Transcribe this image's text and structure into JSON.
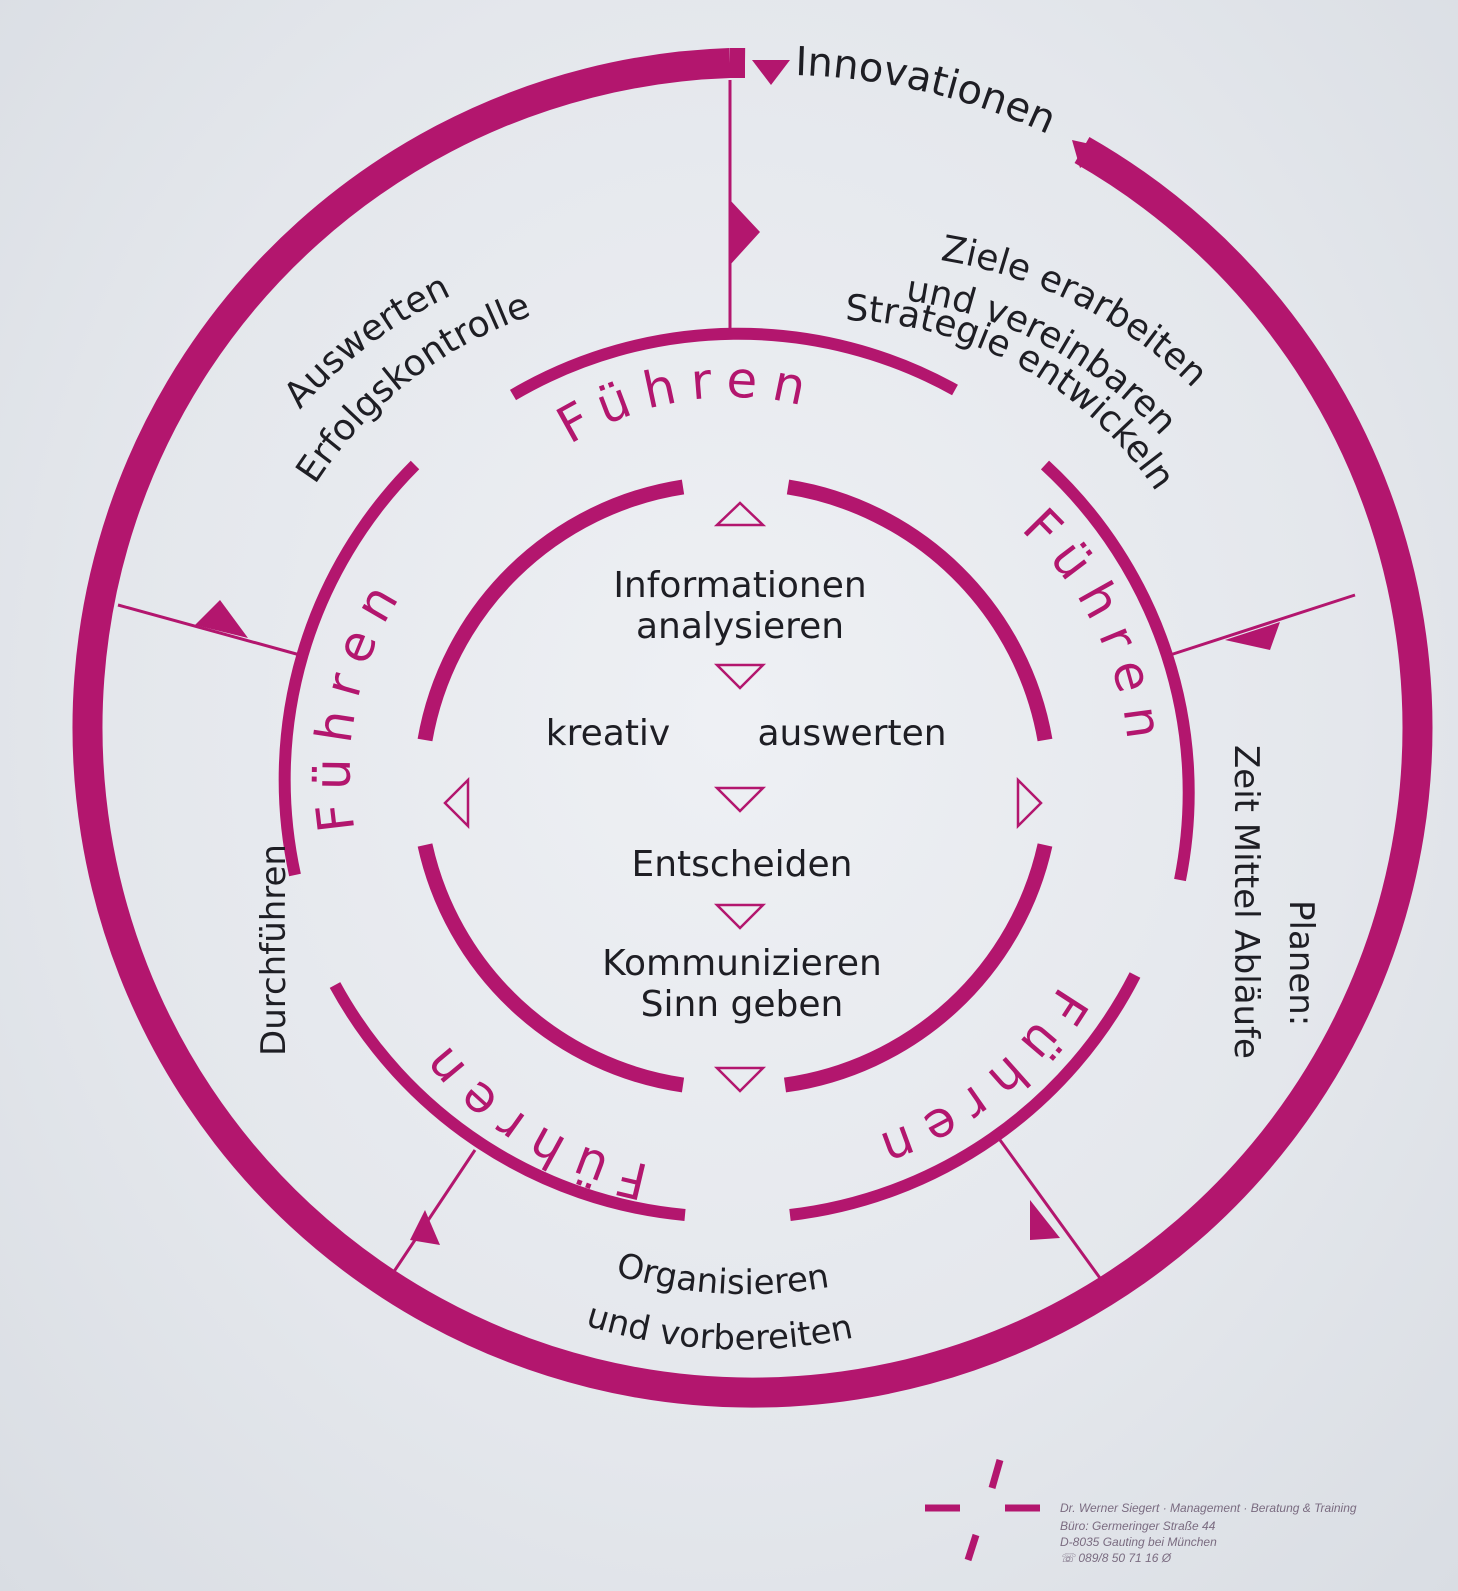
{
  "top_label": "Innovationen",
  "outer_segments": {
    "goals": [
      "Ziele erarbeiten",
      "und vereinbaren",
      "Strategie entwickeln"
    ],
    "planning": [
      "Planen:",
      "Zeit Mittel Abläufe"
    ],
    "organize": [
      "Organisieren",
      "und vorbereiten"
    ],
    "execute": "Durchführen",
    "evaluate": [
      "Auswerten",
      "Erfolgskontrolle"
    ]
  },
  "middle_ring_word": "Führen",
  "inner_steps": {
    "step1": [
      "Informationen",
      "analysieren"
    ],
    "step2_left": "kreativ",
    "step2_right": "auswerten",
    "step3": "Entscheiden",
    "step4": [
      "Kommunizieren",
      "Sinn geben"
    ]
  },
  "footer": {
    "lines": [
      "Dr. Werner Siegert · Management · Beratung & Training",
      "Büro: Germeringer Straße 44",
      "D-8035 Gauting bei München",
      "☏ 089/8 50 71 16 Ø"
    ]
  },
  "colors": {
    "accent": "#b3166e",
    "text": "#1e1e24",
    "background": "#e6e9ee"
  }
}
